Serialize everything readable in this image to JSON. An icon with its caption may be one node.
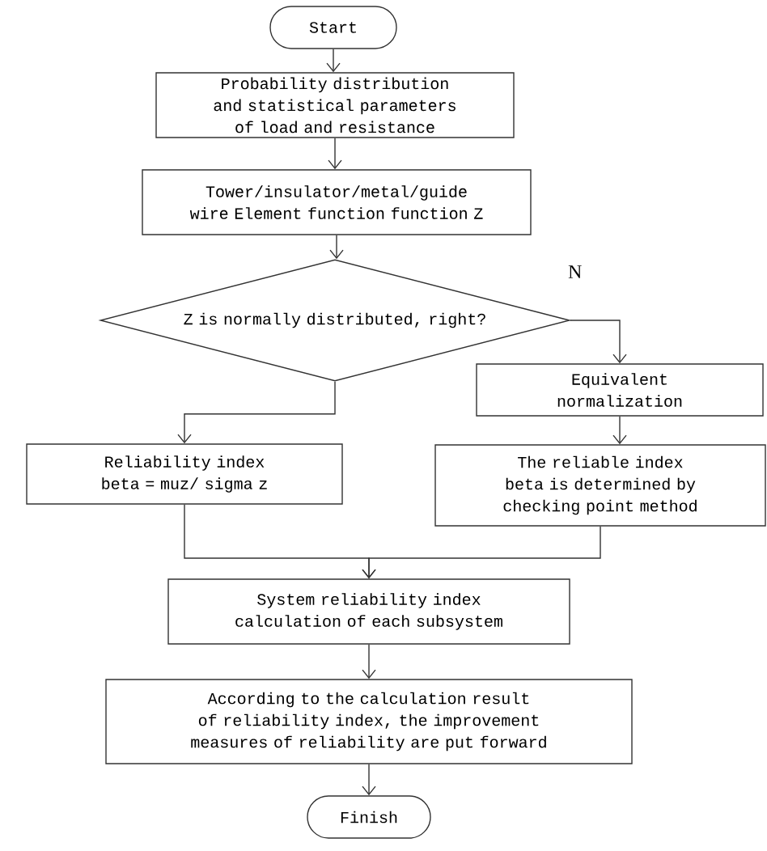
{
  "diagram": {
    "nodes": [
      {
        "text": [
          "Start"
        ]
      },
      {
        "text": [
          "Probability distribution and statistical parameters of load and resistance"
        ]
      },
      {
        "text": [
          "Tower/insulator/metal/guide wire Element function function Z"
        ]
      },
      {
        "text": [
          "Z is normally distributed, right?"
        ]
      },
      {
        "text": [
          "Equivalent normalization"
        ]
      },
      {
        "text": [
          "Reliability index beta = muz/ sigma z"
        ]
      },
      {
        "text": [
          "The reliable index beta is determined by checking point method"
        ]
      },
      {
        "text": [
          "System reliability index calculation of each subsystem"
        ]
      },
      {
        "text": [
          "According to the calculation result of reliability index, the improvement measures of reliability are put forward"
        ]
      },
      {
        "text": [
          "Finish"
        ]
      }
    ],
    "edges": [
      {
        "from": 0,
        "to": 1,
        "arrow": "to"
      },
      {
        "from": 1,
        "to": 2,
        "arrow": "to"
      },
      {
        "from": 2,
        "to": 3,
        "arrow": "to"
      },
      {
        "from": 3,
        "to": 4,
        "arrow": "to",
        "label": "N"
      },
      {
        "from": 3,
        "to": 5,
        "arrow": "to"
      },
      {
        "from": 4,
        "to": 6,
        "arrow": "to"
      },
      {
        "from": 5,
        "to": 7,
        "arrow": "to"
      },
      {
        "from": 6,
        "to": 7,
        "arrow": "to"
      },
      {
        "from": 7,
        "to": 8,
        "arrow": "to"
      },
      {
        "from": 8,
        "to": 9,
        "arrow": "to"
      }
    ]
  }
}
